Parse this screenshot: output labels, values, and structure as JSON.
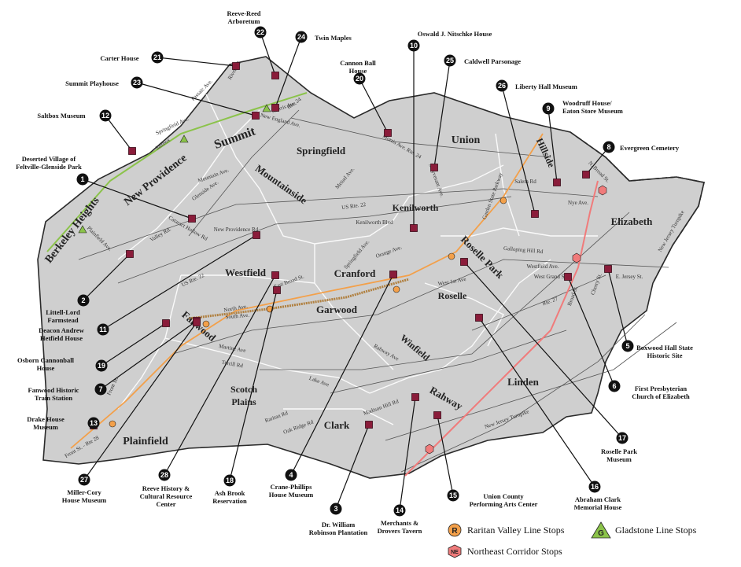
{
  "towns": [
    {
      "name": "Summit"
    },
    {
      "name": "Springfield"
    },
    {
      "name": "Union"
    },
    {
      "name": "New Providence"
    },
    {
      "name": "Berkeley Heights"
    },
    {
      "name": "Mountainside"
    },
    {
      "name": "Kenilworth"
    },
    {
      "name": "Hillside"
    },
    {
      "name": "Elizabeth"
    },
    {
      "name": "Roselle Park"
    },
    {
      "name": "Westfield"
    },
    {
      "name": "Cranford"
    },
    {
      "name": "Roselle"
    },
    {
      "name": "Garwood"
    },
    {
      "name": "Fanwood"
    },
    {
      "name": "Scotch"
    },
    {
      "name": "Plains"
    },
    {
      "name": "Winfield"
    },
    {
      "name": "Linden"
    },
    {
      "name": "Rahway"
    },
    {
      "name": "Clark"
    },
    {
      "name": "Plainfield"
    }
  ],
  "roads": [
    {
      "name": "US Rte. 22"
    },
    {
      "name": "US Rte. 22"
    },
    {
      "name": "Morris Ave."
    },
    {
      "name": "Springfield Ave."
    },
    {
      "name": "Mountain Ave."
    },
    {
      "name": "Glenside Ave."
    },
    {
      "name": "Passaic Ave."
    },
    {
      "name": "Valley Rd."
    },
    {
      "name": "Plainfield Ave."
    },
    {
      "name": "Rte. 24"
    },
    {
      "name": "Meisel Ave."
    },
    {
      "name": "Morris Ave. Rte. 24"
    },
    {
      "name": "Kenilworth Blvd"
    },
    {
      "name": "Orange Ave."
    },
    {
      "name": "Springfield Ave."
    },
    {
      "name": "Westfield Ave."
    },
    {
      "name": "West Grand St."
    },
    {
      "name": "West 1st Ave"
    },
    {
      "name": "E. Jersey St."
    },
    {
      "name": "New Jersey Turnpike"
    },
    {
      "name": "New Jersey Turnpike"
    },
    {
      "name": "Galloping Hill Rd"
    },
    {
      "name": "Rahway Ave"
    },
    {
      "name": "Terrill Rd"
    },
    {
      "name": "Martine Ave"
    },
    {
      "name": "Lake Ave"
    },
    {
      "name": "Raritan Rd"
    },
    {
      "name": "Oak Ridge Rd"
    },
    {
      "name": "Madison Hill Rd"
    },
    {
      "name": "East Broad St."
    },
    {
      "name": "North Ave."
    },
    {
      "name": "South Ave."
    },
    {
      "name": "Front St."
    },
    {
      "name": "Front St. - Rte 28"
    },
    {
      "name": "Garden State Parkway"
    },
    {
      "name": "N. Broad St."
    },
    {
      "name": "Cherry St."
    },
    {
      "name": "Broad St."
    },
    {
      "name": "Rte. 27"
    },
    {
      "name": "New England Ave."
    },
    {
      "name": "Saltbox"
    },
    {
      "name": "River Rd."
    },
    {
      "name": "Stuyvesant Ave."
    },
    {
      "name": "Salem Rd"
    },
    {
      "name": "Nye Ave."
    },
    {
      "name": "New Providence Rd"
    },
    {
      "name": "Cataract Hollow Rd"
    }
  ],
  "sites": [
    {
      "num": "1",
      "label": [
        "Deserted Village of",
        "Feltville-Glenside Park"
      ]
    },
    {
      "num": "2",
      "label": [
        "Littell-Lord",
        "Farmstead"
      ]
    },
    {
      "num": "3",
      "label": [
        "Dr. William",
        "Robinson Plantation"
      ]
    },
    {
      "num": "4",
      "label": [
        "Crane-Phillips",
        "House Museum"
      ]
    },
    {
      "num": "5",
      "label": [
        "Boxwood Hall State",
        "Historic Site"
      ]
    },
    {
      "num": "6",
      "label": [
        "First Presbyterian",
        "Church of Elizabeth"
      ]
    },
    {
      "num": "7",
      "label": [
        "Fanwood Historic",
        "Train Station"
      ]
    },
    {
      "num": "8",
      "label": [
        "Evergreen Cemetery"
      ]
    },
    {
      "num": "9",
      "label": [
        "Woodruff House/",
        "Eaton Store Museum"
      ]
    },
    {
      "num": "10",
      "label": [
        "Oswald J. Nitschke House"
      ]
    },
    {
      "num": "11",
      "label": [
        "Deacon Andrew",
        "Hetfield House"
      ]
    },
    {
      "num": "12",
      "label": [
        "Saltbox Museum"
      ]
    },
    {
      "num": "13",
      "label": [
        "Drake House",
        "Museum"
      ]
    },
    {
      "num": "14",
      "label": [
        "Merchants &",
        "Drovers Tavern"
      ]
    },
    {
      "num": "15",
      "label": [
        "Union County",
        "Performing Arts Center"
      ]
    },
    {
      "num": "16",
      "label": [
        "Abraham Clark",
        "Memorial House"
      ]
    },
    {
      "num": "17",
      "label": [
        "Roselle Park",
        "Museum"
      ]
    },
    {
      "num": "18",
      "label": [
        "Ash Brook",
        "Reservation"
      ]
    },
    {
      "num": "19",
      "label": [
        "Osborn Cannonball",
        "House"
      ]
    },
    {
      "num": "20",
      "label": [
        "Cannon Ball",
        "House"
      ]
    },
    {
      "num": "21",
      "label": [
        "Carter House"
      ]
    },
    {
      "num": "22",
      "label": [
        "Reeve-Reed",
        "Arboretum"
      ]
    },
    {
      "num": "23",
      "label": [
        "Summit Playhouse"
      ]
    },
    {
      "num": "24",
      "label": [
        "Twin Maples"
      ]
    },
    {
      "num": "25",
      "label": [
        "Caldwell Parsonage"
      ]
    },
    {
      "num": "26",
      "label": [
        "Liberty Hall Museum"
      ]
    },
    {
      "num": "27",
      "label": [
        "Miller-Cory",
        "House Museum"
      ]
    },
    {
      "num": "28",
      "label": [
        "Reeve History &",
        "Cultural Resource",
        "Center"
      ]
    }
  ],
  "legend": {
    "raritan": {
      "symbol": "R",
      "label": "Raritan Valley Line Stops"
    },
    "gladstone": {
      "symbol": "G",
      "label": "Gladstone Line Stops"
    },
    "northeast": {
      "symbol": "NE",
      "label": "Northeast Corridor Stops"
    }
  },
  "colors": {
    "land": "#cfcfcf",
    "outline": "#2a2a2a",
    "road": "#ffffff",
    "site_marker": "#8a1c3a",
    "number_badge": "#111111",
    "raritan_line": "#f3a04a",
    "gladstone_line": "#8bc34a",
    "northeast_line": "#f07b7b"
  }
}
